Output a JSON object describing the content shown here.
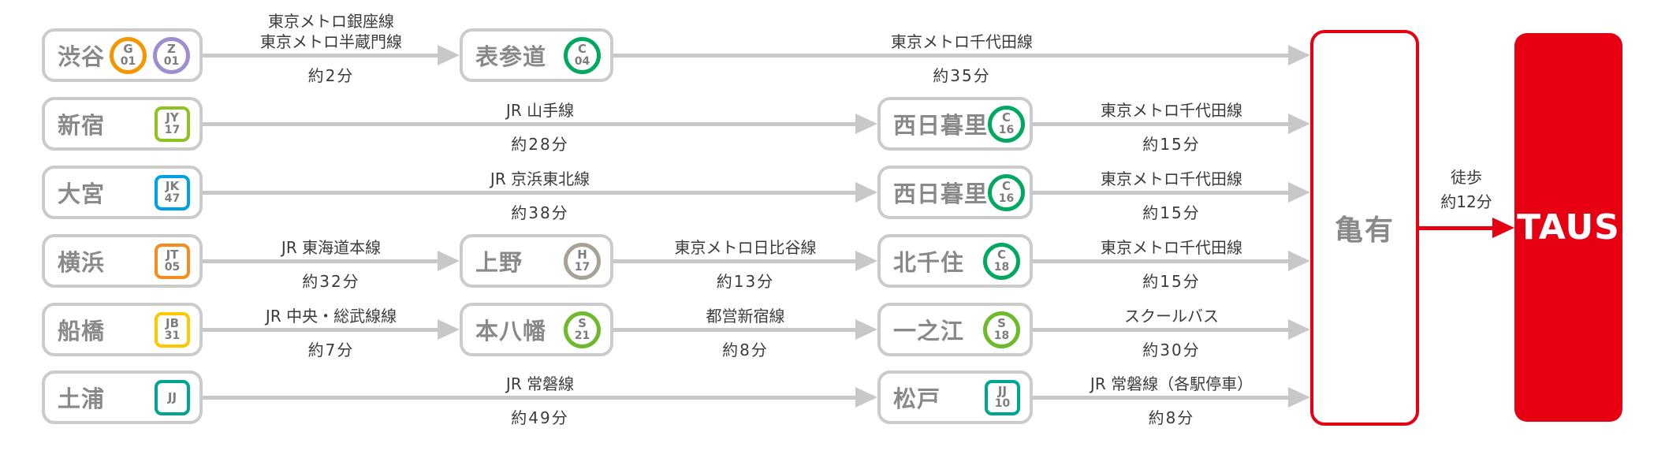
{
  "colors": {
    "accent_red": "#e60012",
    "box_border": "#cbcbcc",
    "arrow_gray": "#c8c8c9",
    "station_text": "#898989",
    "label_text": "#3e3a39"
  },
  "rows": [
    {
      "stations": [
        {
          "name": "渋谷",
          "badges": [
            {
              "letter": "G",
              "number": "01",
              "color": "#f39700"
            },
            {
              "letter": "Z",
              "number": "01",
              "color": "#9e8ed0"
            }
          ]
        },
        {
          "name": "表参道",
          "badges": [
            {
              "letter": "C",
              "number": "04",
              "color": "#00a95f"
            }
          ]
        }
      ],
      "segments": [
        {
          "line1": "東京メトロ銀座線",
          "line2": "東京メトロ半蔵門線",
          "time": "約2分"
        },
        {
          "line1": "東京メトロ千代田線",
          "time": "約35分"
        }
      ]
    },
    {
      "stations": [
        {
          "name": "新宿",
          "badges": [
            {
              "letter": "JY",
              "number": "17",
              "color": "#8fc31f"
            }
          ]
        },
        {
          "name": "西日暮里",
          "badges": [
            {
              "letter": "C",
              "number": "16",
              "color": "#00a95f"
            }
          ]
        }
      ],
      "segments": [
        {
          "line1": "JR 山手線",
          "time": "約28分"
        },
        {
          "line1": "東京メトロ千代田線",
          "time": "約15分"
        }
      ]
    },
    {
      "stations": [
        {
          "name": "大宮",
          "badges": [
            {
              "letter": "JK",
              "number": "47",
              "color": "#00a0e9"
            }
          ]
        },
        {
          "name": "西日暮里",
          "badges": [
            {
              "letter": "C",
              "number": "16",
              "color": "#00a95f"
            }
          ]
        }
      ],
      "segments": [
        {
          "line1": "JR 京浜東北線",
          "time": "約38分"
        },
        {
          "line1": "東京メトロ千代田線",
          "time": "約15分"
        }
      ]
    },
    {
      "stations": [
        {
          "name": "横浜",
          "badges": [
            {
              "letter": "JT",
              "number": "05",
              "color": "#f68b1e"
            }
          ]
        },
        {
          "name": "上野",
          "badges": [
            {
              "letter": "H",
              "number": "17",
              "color": "#a8a296"
            }
          ]
        },
        {
          "name": "北千住",
          "badges": [
            {
              "letter": "C",
              "number": "18",
              "color": "#00a95f"
            }
          ]
        }
      ],
      "segments": [
        {
          "line1": "JR 東海道本線",
          "time": "約32分"
        },
        {
          "line1": "東京メトロ日比谷線",
          "time": "約13分"
        },
        {
          "line1": "東京メトロ千代田線",
          "time": "約15分"
        }
      ]
    },
    {
      "stations": [
        {
          "name": "船橋",
          "badges": [
            {
              "letter": "JB",
              "number": "31",
              "color": "#fcc800"
            }
          ]
        },
        {
          "name": "本八幡",
          "badges": [
            {
              "letter": "S",
              "number": "21",
              "color": "#6fba2c"
            }
          ]
        },
        {
          "name": "一之江",
          "badges": [
            {
              "letter": "S",
              "number": "18",
              "color": "#6fba2c"
            }
          ]
        }
      ],
      "segments": [
        {
          "line1": "JR 中央・総武線線",
          "time": "約7分"
        },
        {
          "line1": "都営新宿線",
          "time": "約8分"
        },
        {
          "line1": "スクールバス",
          "time": "約30分"
        }
      ]
    },
    {
      "stations": [
        {
          "name": "土浦",
          "badges": [
            {
              "letter": "JJ",
              "color": "#00a493"
            }
          ]
        },
        {
          "name": "松戸",
          "badges": [
            {
              "letter": "JJ",
              "number": "10",
              "color": "#00a493"
            }
          ]
        }
      ],
      "segments": [
        {
          "line1": "JR 常磐線",
          "time": "約49分"
        },
        {
          "line1": "JR 常磐線（各駅停車）",
          "time": "約8分"
        }
      ]
    }
  ],
  "destination": {
    "station": "亀有",
    "walk_mode": "徒歩",
    "walk_time": "約12分",
    "school": "TAUS"
  }
}
